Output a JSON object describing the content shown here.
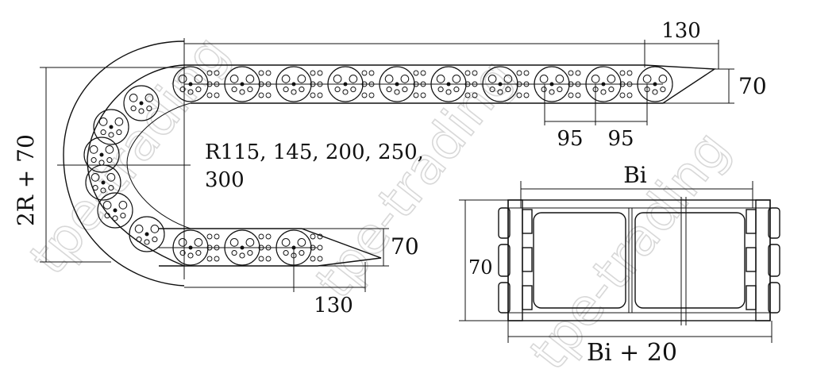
{
  "side_view": {
    "top_extension": "130",
    "top_height": "70",
    "pitch_1": "95",
    "pitch_2": "95",
    "radius_line1": "R115, 145, 200, 250,",
    "radius_line2": "300",
    "outer_height": "2R + 70",
    "bottom_height": "70",
    "bottom_extension": "130"
  },
  "cross_section": {
    "inner_width": "Bi",
    "height": "70",
    "outer_width": "Bi + 20"
  },
  "watermark": "tpe-trading"
}
